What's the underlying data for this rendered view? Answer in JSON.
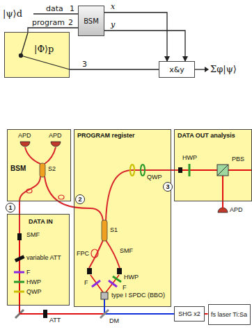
{
  "diagram": {
    "nodes": [
      {
        "text": [
          "BSM"
        ]
      },
      {
        "text": [
          "|Φ⟩p"
        ]
      },
      {
        "text": [
          "x&y"
        ]
      },
      {
        "text": [
          "BSM"
        ]
      },
      {
        "text": [
          "DATA IN"
        ]
      },
      {
        "text": [
          "PROGRAM register"
        ]
      },
      {
        "text": [
          "DATA OUT analysis"
        ]
      },
      {
        "text": [
          "SHG x2"
        ]
      },
      {
        "text": [
          "fs laser Ti:Sa"
        ]
      }
    ],
    "edges": [
      {
        "from": 1,
        "to": 0,
        "arrow": "none"
      },
      {
        "from": 1,
        "to": 2,
        "arrow": "none"
      },
      {
        "from": 0,
        "to": 2,
        "label": "x",
        "arrow": "to"
      },
      {
        "from": 0,
        "to": 2,
        "label": "y",
        "arrow": "to"
      },
      {
        "from": 8,
        "to": 7,
        "arrow": "none"
      }
    ],
    "labels": [
      "data",
      "1",
      "program",
      "2",
      "3",
      "|ψ⟩d",
      "Σφ|ψ⟩",
      "APD",
      "APD",
      "S2",
      "1",
      "SMF",
      "variable ATT",
      "F",
      "HWP",
      "QWP",
      "ATT",
      "2",
      "S1",
      "FPC",
      "SMF",
      "F",
      "F",
      "HWP",
      "type I SPDC (BBO)",
      "DM",
      "QWP",
      "3",
      "HWP",
      "PBS",
      "APD"
    ]
  }
}
